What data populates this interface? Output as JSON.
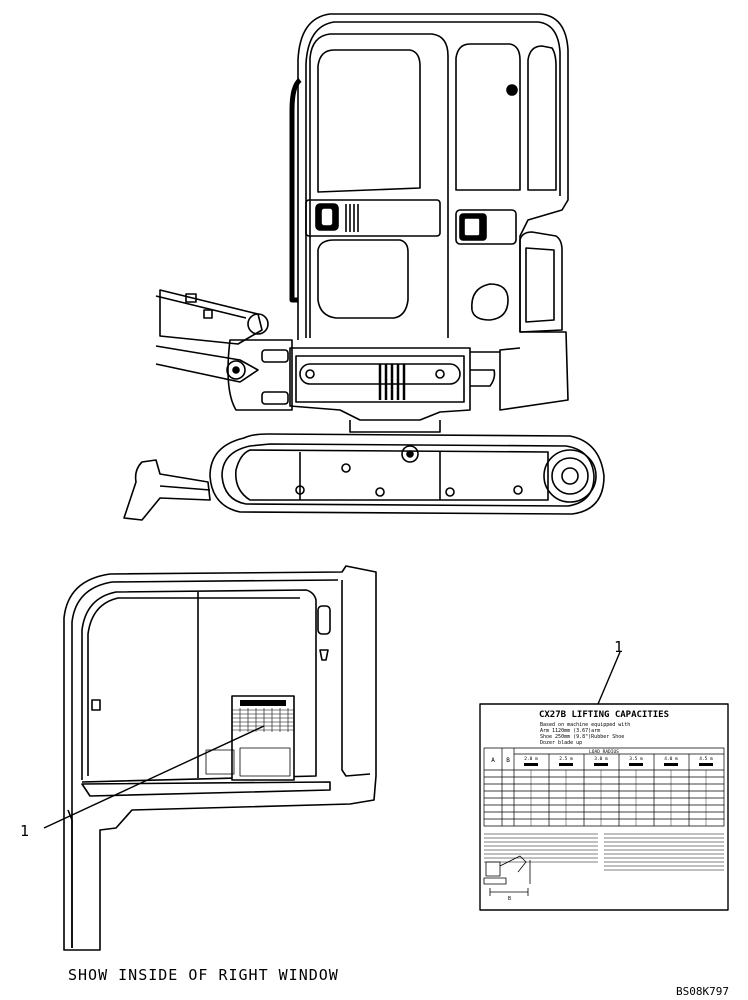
{
  "caption": "SHOW INSIDE OF RIGHT WINDOW",
  "drawing_code": "BS08K797",
  "callouts": {
    "left": "1",
    "right": "1"
  },
  "decal": {
    "title": "CX27B LIFTING CAPACITIES",
    "config_lines": [
      "Based on machine equipped with",
      "Arm      1120mm (3.67)arm",
      "Shoe     250mm (9.8\")Rubber Shoe",
      "Dozer blade up"
    ],
    "load_radius_label": "LOAD RADIUS",
    "col_a": "A",
    "col_b": "B",
    "radius_headers": [
      "2.0 m",
      "2.5 m",
      "3.0 m",
      "3.5 m",
      "4.0 m",
      "4.5 m"
    ]
  }
}
